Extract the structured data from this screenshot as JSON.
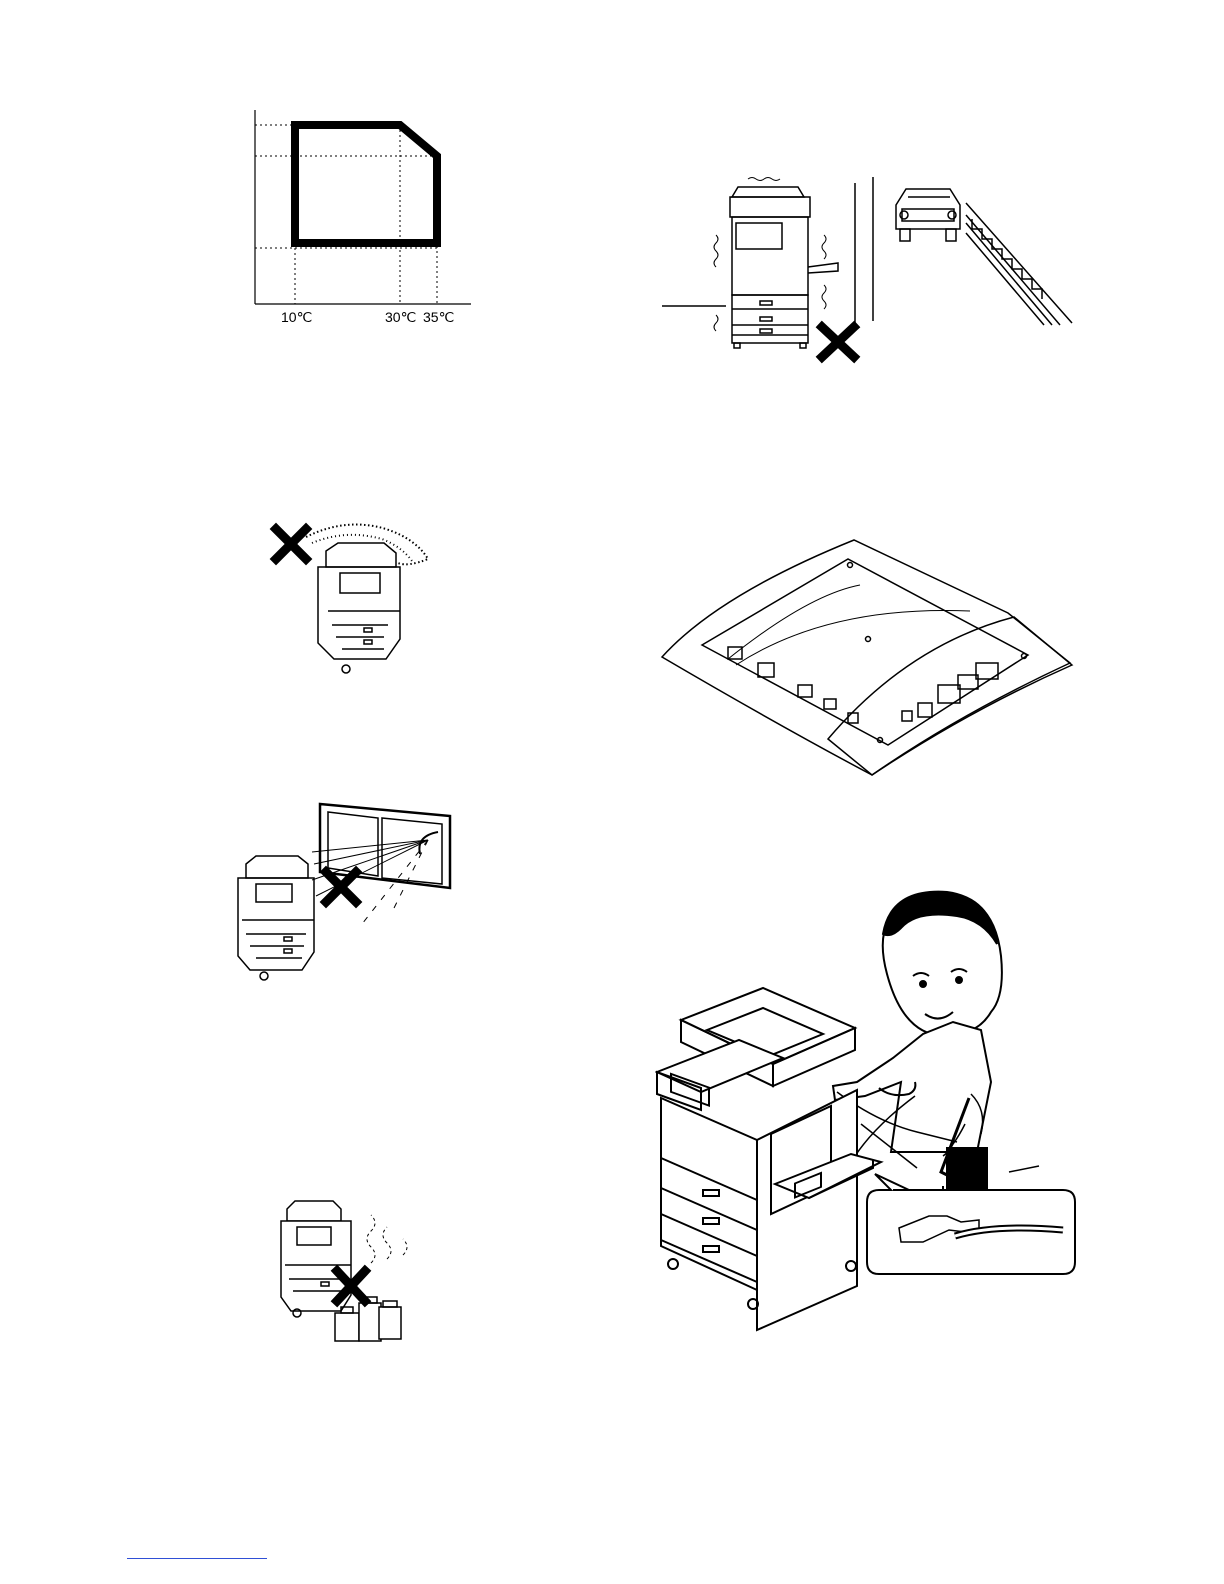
{
  "page": {
    "kind": "service manual illustration page",
    "colors": {
      "ink": "#000000",
      "paper": "#ffffff",
      "footer_rule": "#2f4fd6"
    }
  },
  "temperature_chart": {
    "tick_labels": [
      "10℃",
      "30℃",
      "35℃"
    ]
  },
  "figures": {
    "vibration": {
      "icon": "prohibited-x-icon"
    },
    "dust": {
      "icon": "prohibited-x-icon"
    },
    "pcb_bag": {
      "icon": "anti-static-bag"
    },
    "sunlight": {
      "icon": "prohibited-x-icon"
    },
    "grounding": {
      "icon": "ground-wire"
    },
    "volatile": {
      "icon": "prohibited-x-icon"
    }
  }
}
